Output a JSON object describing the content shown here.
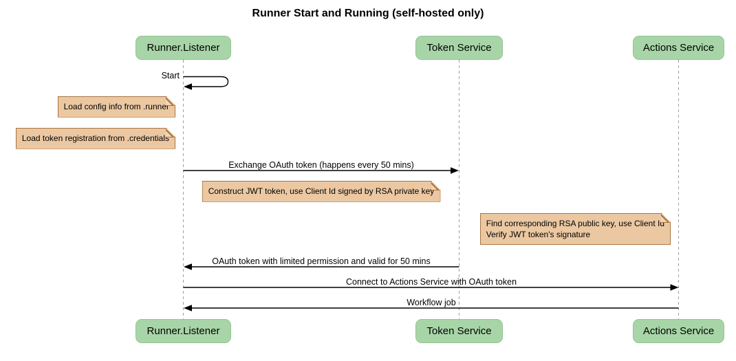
{
  "title": "Runner Start and Running (self-hosted only)",
  "actors": [
    {
      "id": "runner-listener",
      "label": "Runner.Listener"
    },
    {
      "id": "token-service",
      "label": "Token Service"
    },
    {
      "id": "actions-service",
      "label": "Actions Service"
    }
  ],
  "messages": {
    "start": {
      "label": "Start",
      "from": "runner-listener",
      "to": "runner-listener",
      "type": "self"
    },
    "exchange": {
      "label": "Exchange OAuth token (happens every 50 mins)",
      "from": "runner-listener",
      "to": "token-service"
    },
    "oauth_return": {
      "label": "OAuth token with limited permission and valid for 50 mins",
      "from": "token-service",
      "to": "runner-listener"
    },
    "connect": {
      "label": "Connect to Actions Service with OAuth token",
      "from": "runner-listener",
      "to": "actions-service"
    },
    "workflow": {
      "label": "Workflow job",
      "from": "actions-service",
      "to": "runner-listener"
    }
  },
  "notes": {
    "load_config": {
      "text": "Load config info from .runner",
      "position": "left of runner-listener"
    },
    "load_token": {
      "text": "Load token registration from .credentials",
      "position": "left of runner-listener"
    },
    "construct_jwt": {
      "text": "Construct JWT token, use Client Id signed by RSA private key",
      "position": "between runner-listener and token-service"
    },
    "verify_jwt": {
      "line1": "Find corresponding RSA public key, use Client Id",
      "line2": "Verify JWT token's signature",
      "position": "left of actions-service"
    }
  },
  "colors": {
    "actor_fill": "#A8D5A8",
    "actor_border": "#93C493",
    "note_fill": "#EBC8A2",
    "note_border": "#A9733E",
    "lifeline": "#9E9E9E",
    "arrow": "#000000"
  }
}
